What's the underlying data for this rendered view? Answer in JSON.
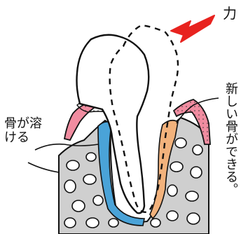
{
  "labels": {
    "force": "力",
    "bone_dissolves": "骨が溶ける",
    "new_bone_forms": "新しい骨ができる。"
  },
  "colors": {
    "arrow": "#e8231f",
    "resorption_zone": "#4aa3d8",
    "new_bone": "#f2b27c",
    "gum": "#f08ca0",
    "bone": "#cfcfcf",
    "outline": "#111111"
  },
  "icons": {
    "force_arrow": "arrow-pointing-down-left"
  }
}
